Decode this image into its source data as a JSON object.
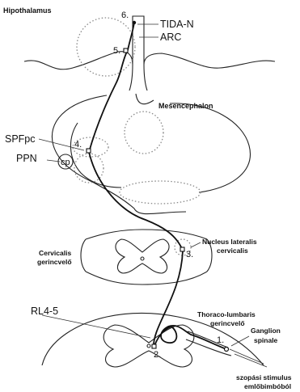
{
  "regions": {
    "hypothalamus": "Hipothalamus",
    "mesencephalon": "Mesencephalon",
    "cervical_cord_line1": "Cervicalis",
    "cervical_cord_line2": "gerincvelő",
    "thoracolumbar_cord_line1": "Thoraco-lumbaris",
    "thoracolumbar_cord_line2": "gerincvelő"
  },
  "nuclei": {
    "tida": "TIDA-N",
    "arc": "ARC",
    "spfpc": "SPFpc",
    "ppn": "PPN",
    "cp": "cp",
    "lateral_cervical_line1": "Nucleus lateralis",
    "lateral_cervical_line2": "cervicalis",
    "rl": "RL4-5",
    "ganglion_line1": "Ganglion",
    "ganglion_line2": "spinale",
    "stimulus_line1": "szopási stimulus",
    "stimulus_line2": "emlőbimbóból"
  },
  "steps": [
    "1.",
    "2.",
    "3.",
    "4.",
    "5.",
    "6."
  ]
}
